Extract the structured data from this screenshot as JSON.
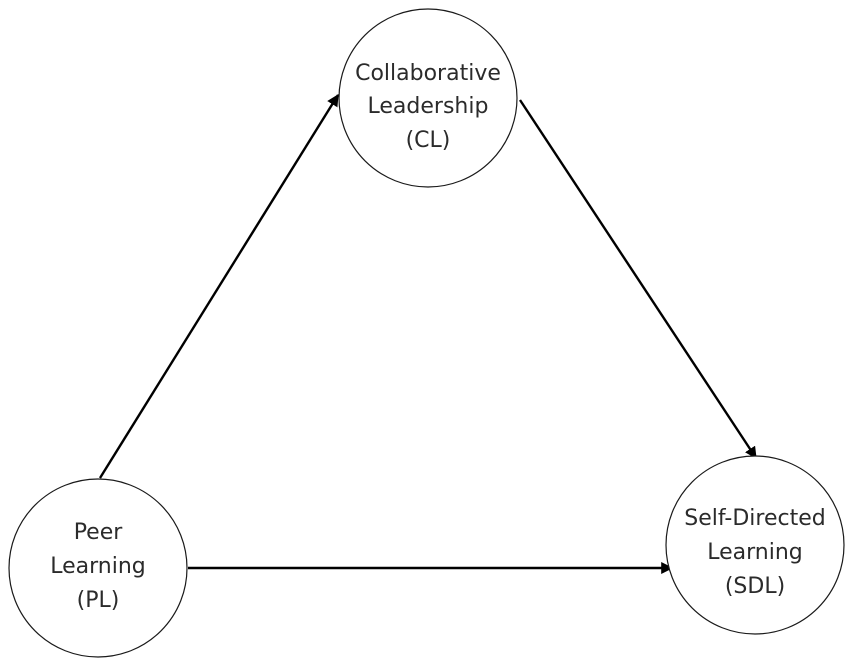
{
  "diagram": {
    "nodes": {
      "cl": {
        "lines": [
          "Collaborative",
          "Leadership",
          "(CL)"
        ]
      },
      "pl": {
        "lines": [
          "Peer",
          "Learning",
          "(PL)"
        ]
      },
      "sdl": {
        "lines": [
          "Self-Directed",
          "Learning",
          "(SDL)"
        ]
      }
    },
    "edges": [
      {
        "from": "Peer Learning (PL)",
        "to": "Collaborative Leadership (CL)"
      },
      {
        "from": "Collaborative Leadership (CL)",
        "to": "Self-Directed Learning (SDL)"
      },
      {
        "from": "Peer Learning (PL)",
        "to": "Self-Directed Learning (SDL)"
      }
    ],
    "colors": {
      "stroke": "#000000",
      "text": "#2b2b2b",
      "background": "#ffffff"
    }
  }
}
